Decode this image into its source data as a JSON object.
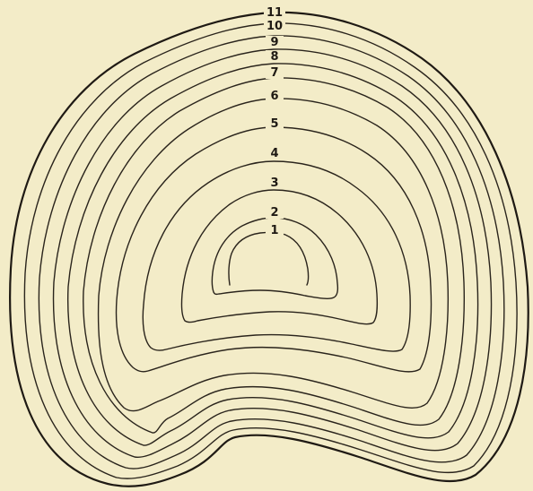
{
  "rings": [
    {
      "id": 1,
      "label": "1"
    },
    {
      "id": 2,
      "label": "2"
    },
    {
      "id": 3,
      "label": "3"
    },
    {
      "id": 4,
      "label": "4"
    },
    {
      "id": 5,
      "label": "5"
    },
    {
      "id": 6,
      "label": "6"
    },
    {
      "id": 7,
      "label": "7"
    },
    {
      "id": 8,
      "label": "8"
    },
    {
      "id": 9,
      "label": "9"
    },
    {
      "id": 10,
      "label": "10"
    },
    {
      "id": 11,
      "label": "11"
    }
  ],
  "colors": {
    "background": "#f3ecc8",
    "ink": "#2a241c"
  }
}
